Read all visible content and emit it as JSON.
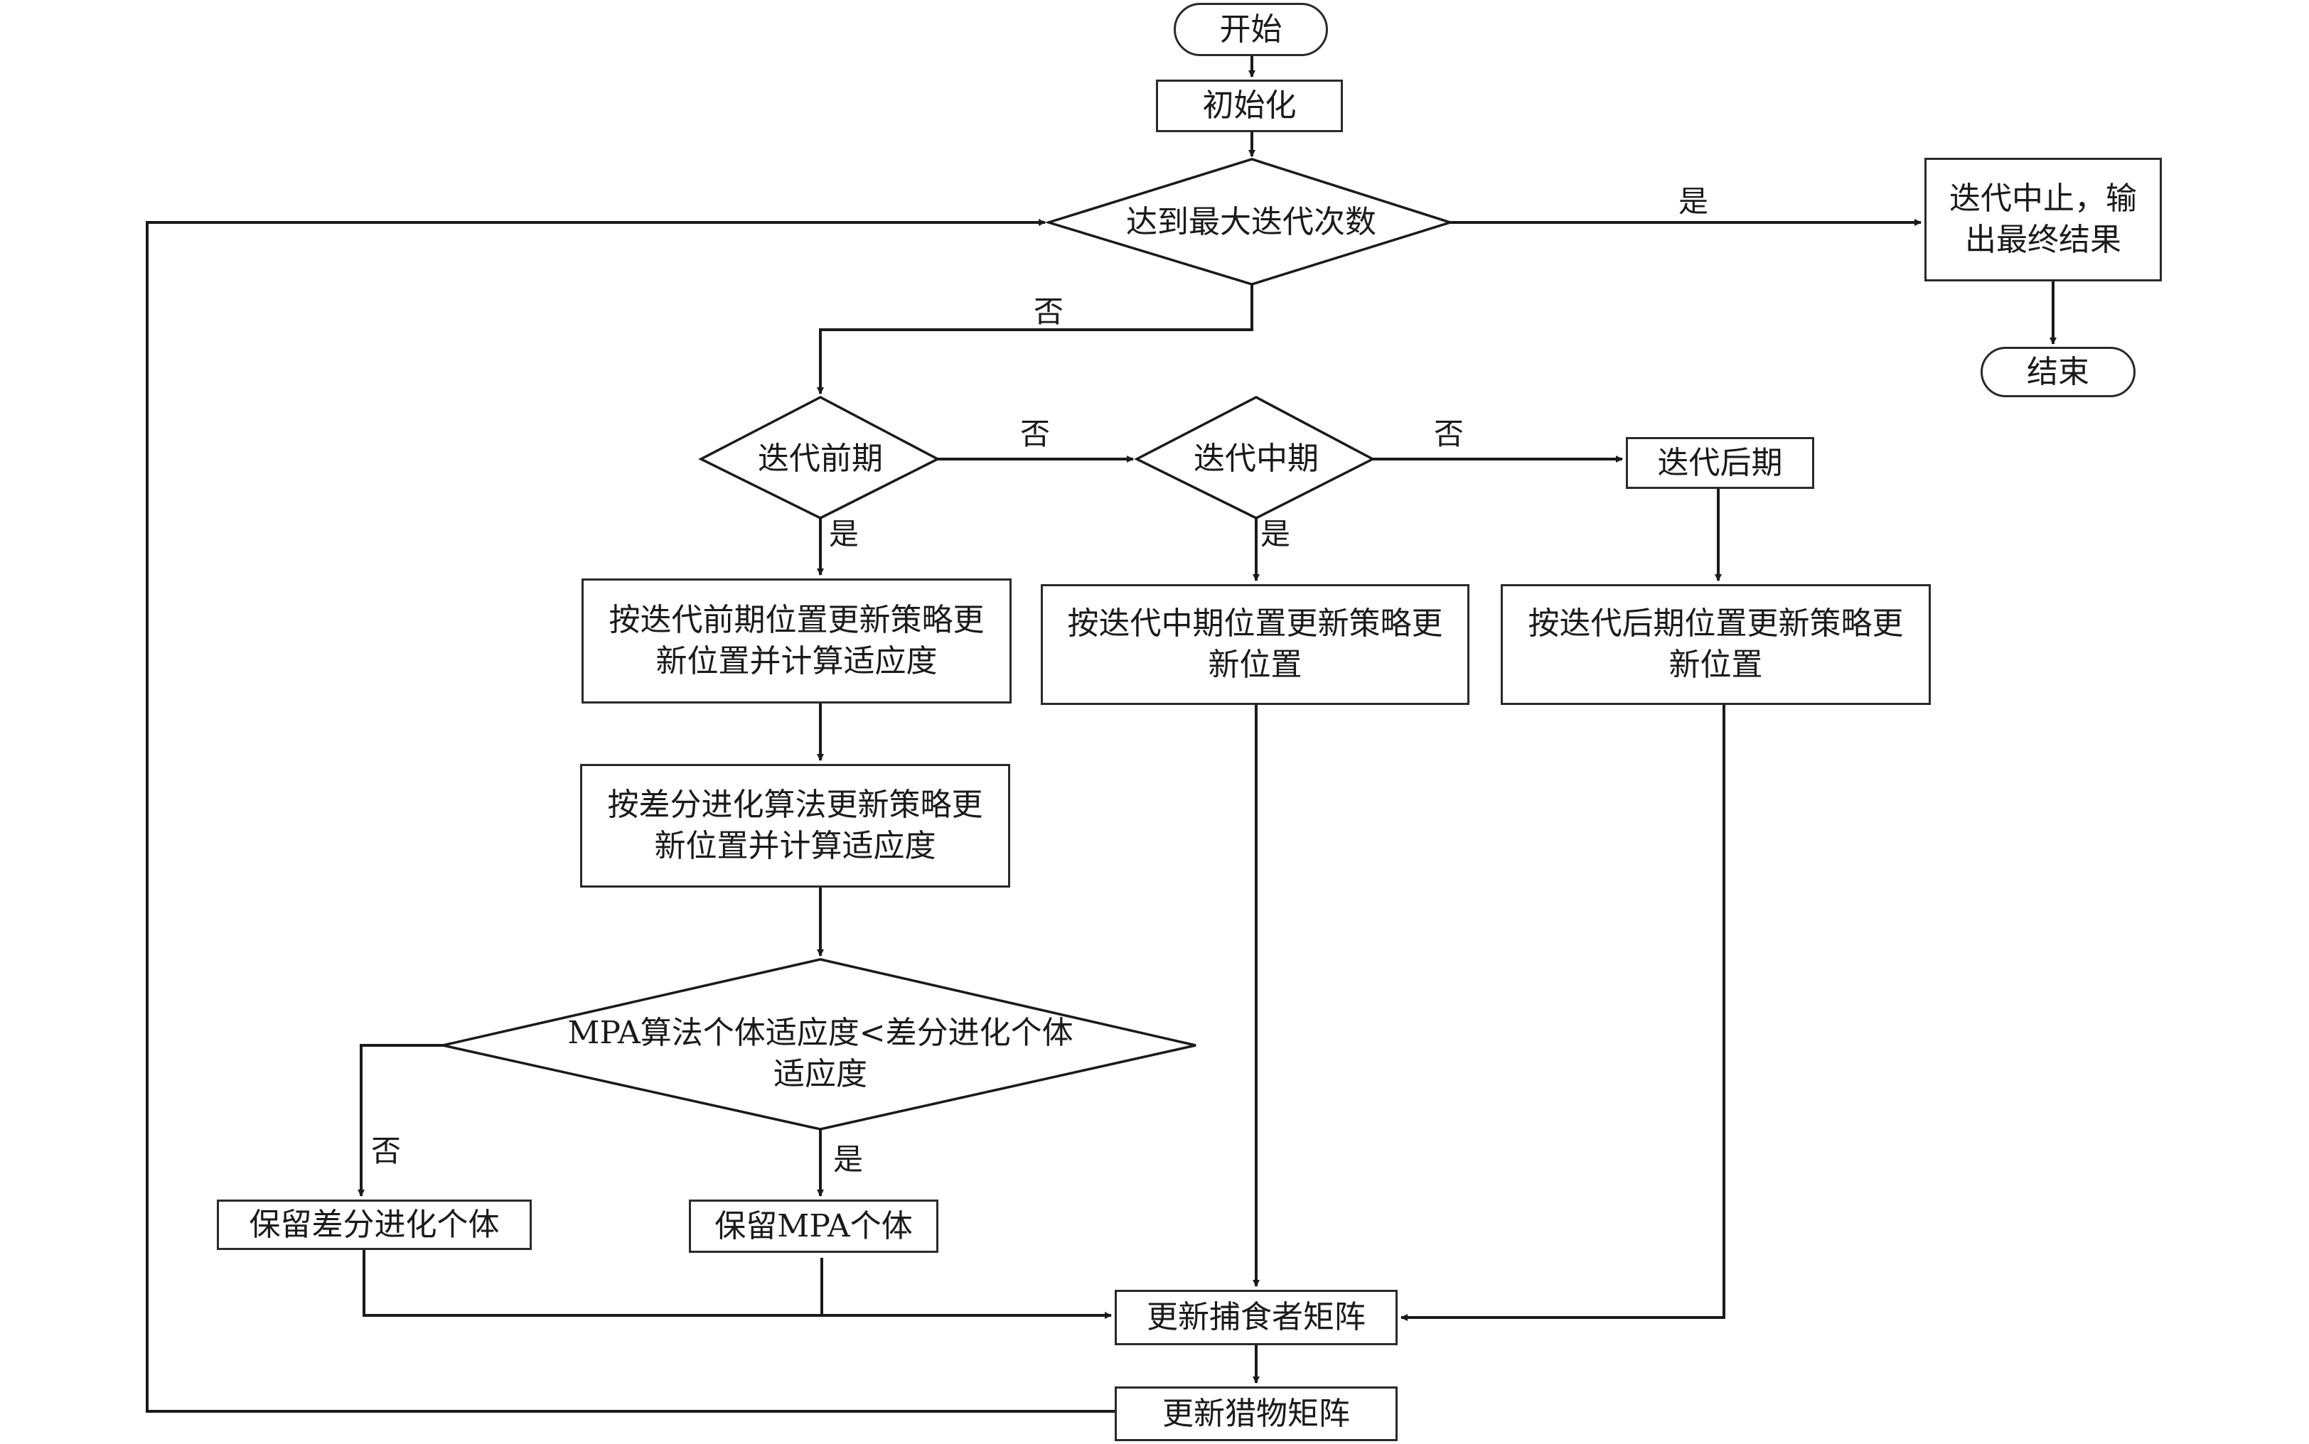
{
  "diagram": {
    "type": "flowchart",
    "nodes": {
      "start": "开始",
      "init": "初始化",
      "max_iter_decision": "达到最大迭代次数",
      "stop_output": "迭代中止，输出最终结果",
      "end": "结束",
      "early_decision": "迭代前期",
      "middle_decision": "迭代中期",
      "late_stage": "迭代后期",
      "early_update": "按迭代前期位置更新策略更新位置并计算适应度",
      "middle_update": "按迭代中期位置更新策略更新位置",
      "late_update": "按迭代后期位置更新策略更新位置",
      "de_update": "按差分进化算法更新策略更新位置并计算适应度",
      "fitness_compare": "MPA算法个体适应度<差分进化个体适应度",
      "keep_de": "保留差分进化个体",
      "keep_mpa": "保留MPA个体",
      "update_predator": "更新捕食者矩阵",
      "update_prey": "更新猎物矩阵"
    },
    "labels": {
      "max_yes": "是",
      "max_no": "否",
      "early_no": "否",
      "early_yes": "是",
      "middle_no": "否",
      "middle_yes": "是",
      "compare_no": "否",
      "compare_yes": "是"
    },
    "edges": [
      {
        "from": "start",
        "to": "init"
      },
      {
        "from": "init",
        "to": "max_iter_decision"
      },
      {
        "from": "max_iter_decision",
        "to": "stop_output",
        "label": "是"
      },
      {
        "from": "stop_output",
        "to": "end"
      },
      {
        "from": "max_iter_decision",
        "to": "early_decision",
        "label": "否"
      },
      {
        "from": "early_decision",
        "to": "middle_decision",
        "label": "否"
      },
      {
        "from": "middle_decision",
        "to": "late_stage",
        "label": "否"
      },
      {
        "from": "early_decision",
        "to": "early_update",
        "label": "是"
      },
      {
        "from": "middle_decision",
        "to": "middle_update",
        "label": "是"
      },
      {
        "from": "late_stage",
        "to": "late_update"
      },
      {
        "from": "early_update",
        "to": "de_update"
      },
      {
        "from": "de_update",
        "to": "fitness_compare"
      },
      {
        "from": "fitness_compare",
        "to": "keep_de",
        "label": "否"
      },
      {
        "from": "fitness_compare",
        "to": "keep_mpa",
        "label": "是"
      },
      {
        "from": "keep_de",
        "to": "update_predator"
      },
      {
        "from": "keep_mpa",
        "to": "update_predator"
      },
      {
        "from": "middle_update",
        "to": "update_predator"
      },
      {
        "from": "late_update",
        "to": "update_predator"
      },
      {
        "from": "update_predator",
        "to": "update_prey"
      },
      {
        "from": "update_prey",
        "to": "max_iter_decision"
      }
    ],
    "line_color": "#1a1a1a"
  }
}
